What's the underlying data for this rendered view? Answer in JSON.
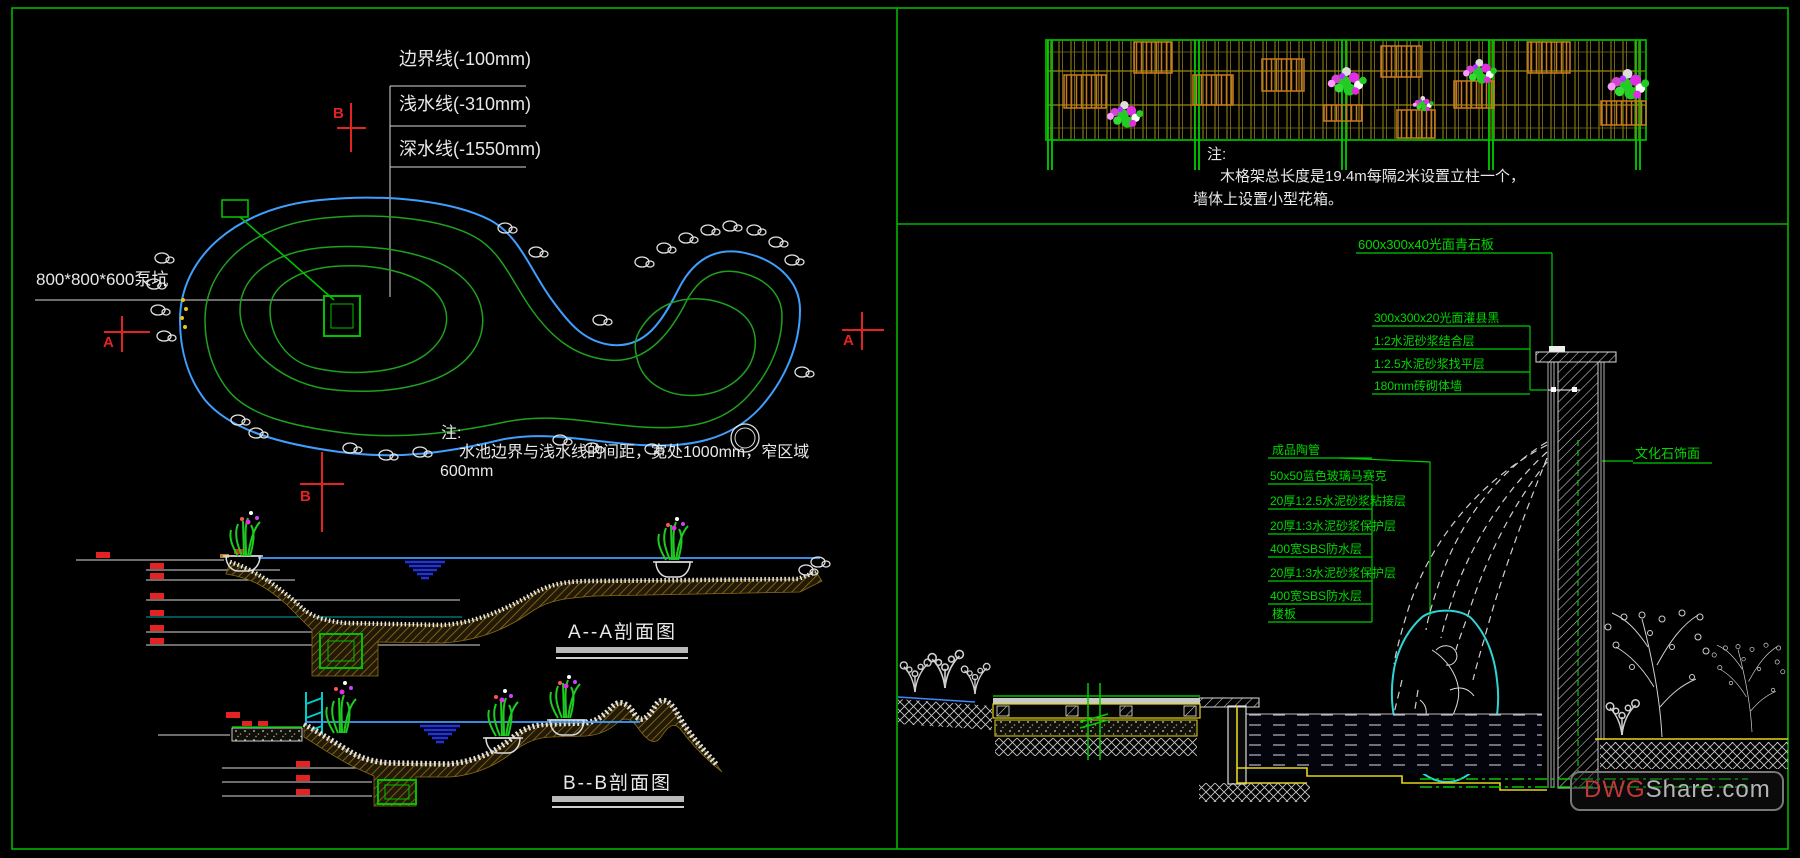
{
  "plan": {
    "boundary_label": "边界线(-100mm)",
    "shallow_label": "浅水线(-310mm)",
    "deep_label": "深水线(-1550mm)",
    "pump_pit_label": "800*800*600泵坑",
    "note_title": "注:",
    "note_line1": "水池边界与浅水线的间距，宽处1000mm，窄区域",
    "note_line2": "600mm",
    "marker_a": "A",
    "marker_b": "B"
  },
  "sections": {
    "aa_title": "A--A剖面图",
    "bb_title": "B--B剖面图"
  },
  "trellis": {
    "note_title": "注:",
    "note_line1": "木格架总长度是19.4m每隔2米设置立柱一个，",
    "note_line2": "墙体上设置小型花箱。"
  },
  "wall_detail": {
    "stone_slab_label": "600x300x40光面青石板",
    "layer_labels": [
      "300x300x20光面灌县黑",
      "1:2水泥砂浆结合层",
      "1:2.5水泥砂浆找平层",
      "180mm砖砌体墙"
    ],
    "left_labels": [
      "成品陶管",
      "50x50蓝色玻璃马赛克",
      "20厚1:2.5水泥砂浆粘接层",
      "20厚1:3水泥砂浆保护层",
      "400宽SBS防水层",
      "20厚1:3水泥砂浆保护层",
      "400宽SBS防水层",
      "楼板"
    ],
    "culture_stone_label": "文化石饰面"
  },
  "watermark": {
    "prefix": "DWG",
    "suffix": "Share.com"
  },
  "colors": {
    "background": "#000000",
    "frame_green": "#00b400",
    "label_green": "#00d800",
    "water_blue": "#3f9fff",
    "contour_green": "#1fa11f",
    "marker_red": "#e32222",
    "soil_brown": "#8a6a1a",
    "accent_cyan": "#2dd5d5",
    "accent_yellow": "#e6d619",
    "wood_orange": "#c87820",
    "text_white": "#e8e8e8"
  }
}
